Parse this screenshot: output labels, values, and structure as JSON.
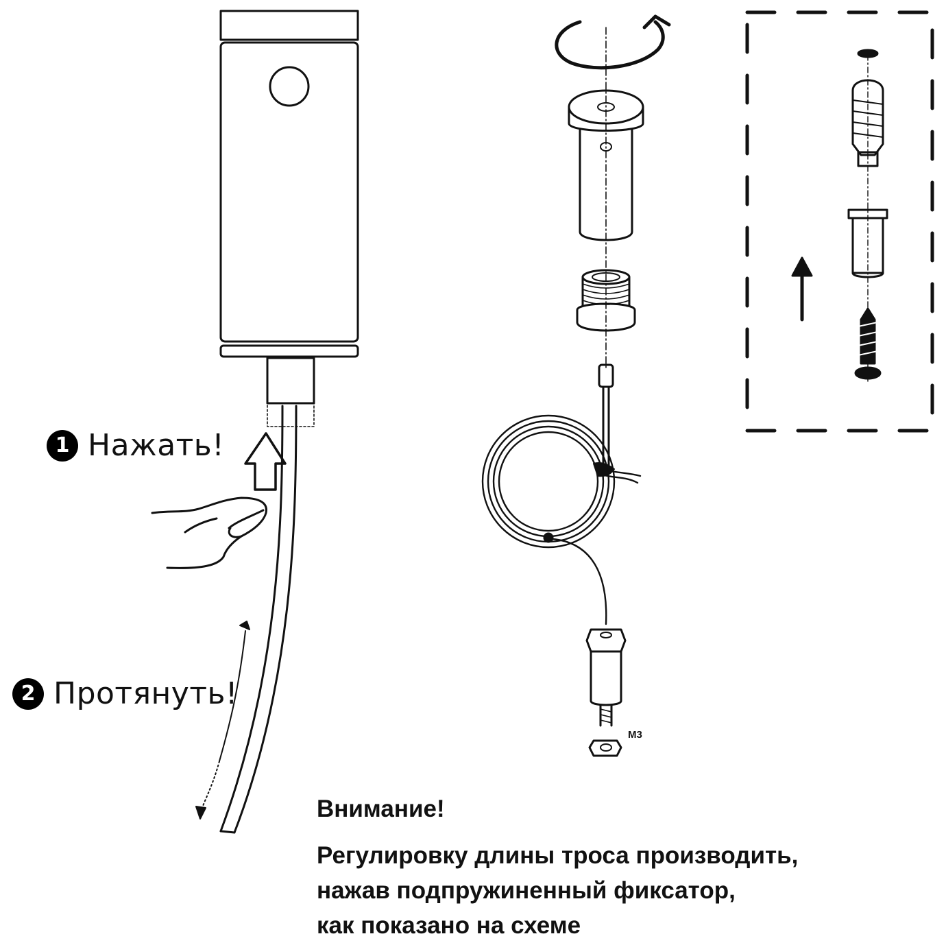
{
  "steps": [
    {
      "number": "1",
      "label": "Нажать!"
    },
    {
      "number": "2",
      "label": "Протянуть!"
    }
  ],
  "thread_label": "M3",
  "notice": {
    "title": "Внимание!",
    "lines": [
      "Регулировку длины троса производить,",
      "нажав подпружиненный фиксатор,",
      "как  показано на схеме"
    ]
  },
  "colors": {
    "ink": "#111111",
    "background": "#ffffff",
    "badge": "#000000"
  },
  "icons": [
    "rotate-arrow-icon",
    "press-arrow-icon",
    "pull-arrow-icon",
    "up-arrow-icon",
    "hand-icon"
  ]
}
